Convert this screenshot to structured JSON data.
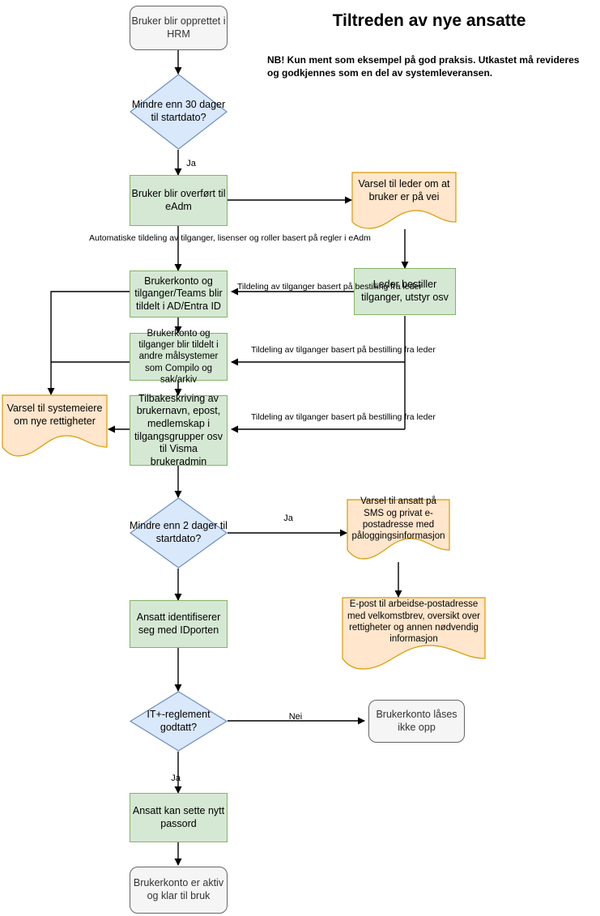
{
  "header": {
    "title": "Tiltreden av nye ansatte",
    "note": "NB! Kun ment som eksempel på god praksis. Utkastet må revideres og godkjennes som en del av systemleveransen."
  },
  "colors": {
    "process_fill": "#d5e8d4",
    "process_stroke": "#82b366",
    "decision_fill": "#dae8fc",
    "decision_stroke": "#6c8ebf",
    "note_fill": "#ffe6cc",
    "note_stroke": "#d79b00",
    "terminal_fill": "#f5f5f5",
    "terminal_stroke": "#666666",
    "edge": "#000000"
  },
  "nodes": {
    "start": "Bruker blir opprettet i HRM",
    "decision_30_days": "Mindre enn 30 dager til startdato?",
    "transfer_eadm": "Bruker blir overført til eAdm",
    "notify_leader": "Varsel til leder om at bruker er på vei",
    "leader_orders": "Leder bestiller tilganger, utstyr osv",
    "account_ad": "Brukerkonto og tilganger/Teams blir tildelt i AD/Entra ID",
    "account_other": "Brukerkonto og tilganger blir tildelt i andre målsystemer som Compilo og sak/arkiv",
    "writeback_visma": "Tilbakeskriving av brukernavn, epost, medlemskap i tilgangsgrupper osv til Visma brukeradmin",
    "notify_systemowners": "Varsel til systemeiere om nye rettigheter",
    "decision_2_days": "Mindre enn 2 dager til startdato?",
    "sms_note": "Varsel til ansatt på SMS og privat e-postadresse med påloggingsinformasjon",
    "welcome_email": "E-post til arbeidse-postadresse med velkomstbrev, oversikt over rettigheter og annen nødvendig informasjon",
    "idporten": "Ansatt identifiserer seg med IDporten",
    "decision_it_reglement": "IT+-reglement godtatt?",
    "account_locked": "Brukerkonto låses ikke opp",
    "set_password": "Ansatt kan sette nytt passord",
    "account_active": "Brukerkonto er aktiv og klar til bruk"
  },
  "edge_labels": {
    "ja_30_days": "Ja",
    "auto_assign": "Automatiske tildeling av tilganger, lisenser og roller basert på regler i eAdm",
    "assign_from_order_1": "Tildeling av tilganger basert på bestilling fra leder",
    "assign_from_order_2": "Tildeling av tilganger basert på bestilling fra leder",
    "assign_from_order_3": "Tildeling av tilganger basert på bestilling fra leder",
    "ja_2_days": "Ja",
    "nei_reglement": "Nei",
    "ja_reglement": "Ja"
  }
}
